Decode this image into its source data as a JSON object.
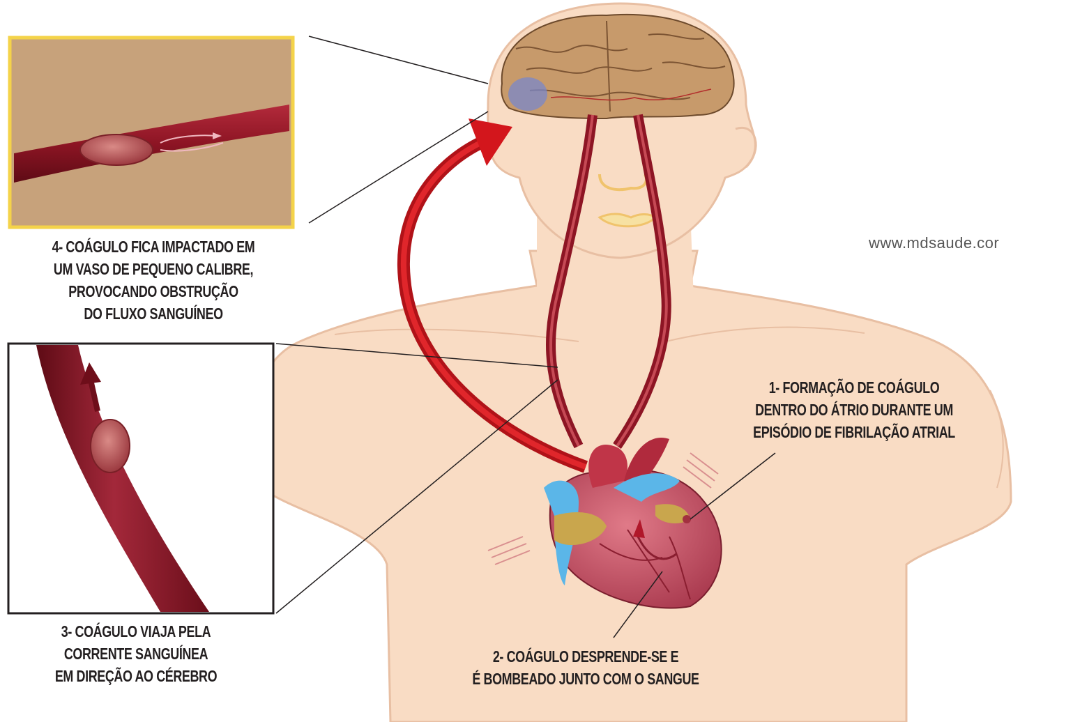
{
  "watermark": "www.mdsaude.cor",
  "captions": {
    "step1": [
      "1- FORMAÇÃO DE COÁGULO",
      "DENTRO DO ÁTRIO DURANTE UM",
      "EPISÓDIO DE FIBRILAÇÃO ATRIAL"
    ],
    "step2": [
      "2- COÁGULO DESPRENDE-SE E",
      "É BOMBEADO JUNTO COM O SANGUE"
    ],
    "step3": [
      "3- COÁGULO VIAJA PELA",
      "CORRENTE SANGUÍNEA",
      "EM DIREÇÃO AO CÉREBRO"
    ],
    "step4": [
      "4- COÁGULO FICA IMPACTADO EM",
      "UM VASO DE PEQUENO CALIBRE,",
      "PROVOCANDO OBSTRUÇÃO",
      "DO FLUXO SANGUÍNEO"
    ]
  },
  "colors": {
    "skin": "#f9dcc4",
    "skin_outline": "#e8bfa3",
    "brain": "#c79a6b",
    "vessel": "#9b1f2e",
    "arrow": "#d3161c",
    "inset_bg": "#c7a27b",
    "inset_border": "#f4d34a",
    "heart": "#c9566a",
    "vein_blue": "#5bb6e8"
  }
}
